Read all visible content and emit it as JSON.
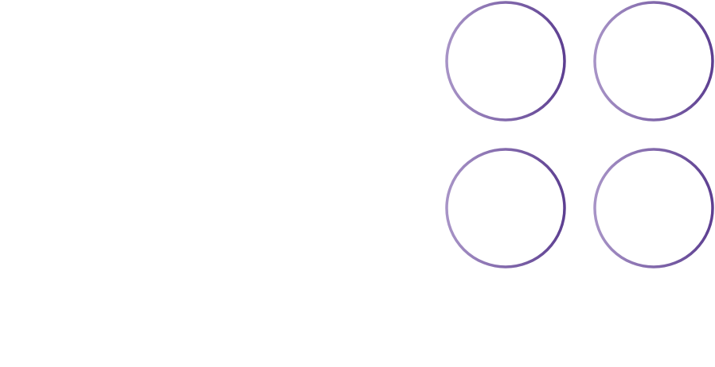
{
  "colors": {
    "background": "#ffffff",
    "ring_light": "#a793c6",
    "ring_dark": "#5d3f91"
  },
  "decoration": {
    "shape": "ring",
    "count": 4,
    "style": "outline circles with purple gradient stroke"
  }
}
